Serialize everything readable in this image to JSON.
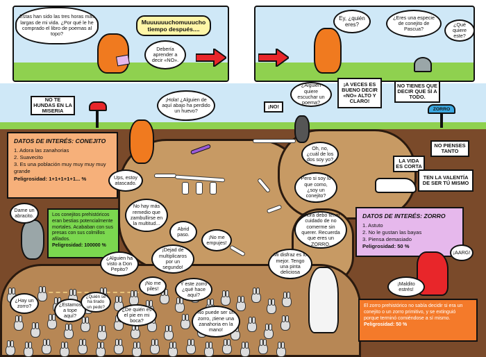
{
  "top_left_panel": {
    "bubble_intro": "Estas han sido las tres horas más largas de mi vida. ¿Por qué le he comprado el libro de poemas al topo?",
    "bubble_no": "Debería aprender a decir «NO».",
    "caption_time": "Muuuuuuchomuuucho tiempo después...."
  },
  "top_right_panel": {
    "bubble_hey": "Ey, ¿quién eres?",
    "bubble_rabbit_question": "¿Eres una especie de conejito de Pascua?",
    "bubble_what": "¿Qué quiere este?"
  },
  "signs": {
    "no_te_hundas": "NO TE HUNDAS EN LA MISERIA",
    "no_bang": "¡NO!",
    "a_veces": "¡A VECES ES BUENO DECIR «NO» ALTO Y CLARO!",
    "no_tienes": "NO TIENES QUE DECIR QUE SÍ A TODO.",
    "mailbox_fox": "ZORRO",
    "no_pienses": "NO PIENSES TANTO",
    "la_vida": "LA VIDA ES CORTA",
    "ten_valentia": "TEN LA VALENTÍA DE SER TÚ MISMO"
  },
  "info_rabbit": {
    "title": "DATOS DE INTERÉS: CONEJITO",
    "items": [
      "1. Adora las zanahorias",
      "2. Suavecito",
      "3. Es una población muy muy muy muy grande"
    ],
    "danger": "Peligrosidad: 1+1+1+1+1... %"
  },
  "info_prehistoric_rabbit": {
    "text": "Los conejitos prehistóricos eran bestias potencialmente mortales. Acababan con sus presas con sus colmillos afilados.",
    "danger": "Peligrosidad: 100000 %"
  },
  "info_fox": {
    "title": "DATOS DE INTERÉS: ZORRO",
    "items": [
      "1. Astuto",
      "2. No le gustan las bayas",
      "3. Piensa demasiado"
    ],
    "danger": "Peligrosidad: 50 %"
  },
  "info_prehistoric_fox": {
    "text": "El zorro prehistórico no sabía decidir si era un conejito o un zorro primitivo, y se extinguió porque terminó comiéndose a sí mismo.",
    "danger": "Peligrosidad: 50 %"
  },
  "bubbles_underground": {
    "hola": "¡Hola! ¿Alguien de aquí abajo ha perdido un huevo?",
    "ups": "Ups, estoy atascado.",
    "no_mas_remedio": "No hay más remedio que zambullirse en la multitud...",
    "dame_abrazo": "Dame un abracito.",
    "alguien_poema": "¿Alguien quiere escuchar un poema?",
    "oh_no": "Oh, no, ¿cuál de los dos soy yo?",
    "pero_si_soy": "Pero si soy lo que como, ¿soy un conejito?",
    "ahora_debo": "Ahora debo tener cuidado de no comerme sin querer. Recuerda que eres un ZORRO.",
    "mi_disfraz": "Mi disfraz es lo mejor. Tengo una pinta deliciosa",
    "abrid_paso": "Abrid paso.",
    "no_me_empujes": "¡No me empujes!",
    "dejad_multiplicaros": "¡Dejad de multiplicaros por un segundo!",
    "alguien_pepito": "¿Alguien ha visto a Don Pepito?",
    "no_me_piles": "¡No me piles!",
    "y_este_zorro": "Y este zorro ¿qué hace aquí?",
    "hay_zorro": "¿Hay un zorro?",
    "estamos_tope": "¿Estamos a tope aquí?",
    "quien_pedo": "¿Quién se ha tirado un pedo?",
    "quien_pie": "¿De quién es el pie en mi boca?",
    "no_puede_ser": "No puede ser un zorro, ¡tiene una zanahoria en la mano!",
    "aarg": "¡AARG!",
    "maldito_estres": "¡Maldito estrés!"
  },
  "colors": {
    "sky": "#cfe8f7",
    "grass": "#8fd14f",
    "soil": "#7a4a2a",
    "tunnel": "#c79a64",
    "info_rabbit_bg": "#f6b07a",
    "info_green": "#7bd84f",
    "info_fox_bg": "#e6b8ec",
    "info_orange": "#f47a2a",
    "caption": "#fff6a8",
    "arrow": "#e8262a",
    "fox": "#f07a1f"
  }
}
